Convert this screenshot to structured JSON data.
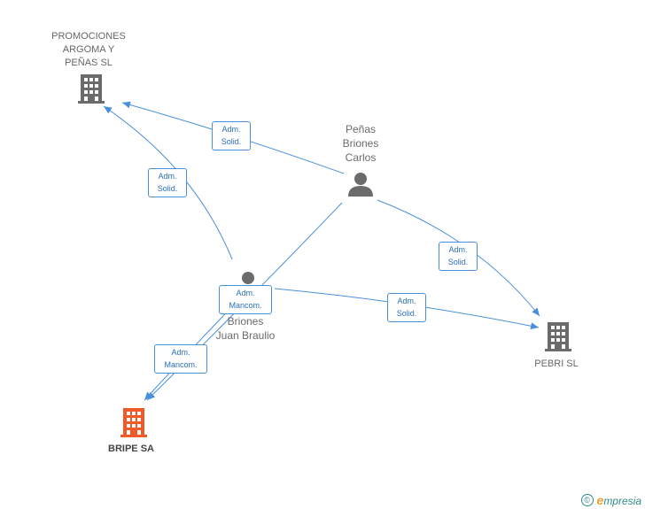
{
  "nodes": {
    "promociones": {
      "label": "PROMOCIONES\nARGOMA Y\nPEÑAS SL"
    },
    "penas_carlos": {
      "label": "Peñas\nBriones\nCarlos"
    },
    "juan_braulio": {
      "label": "Briones\nJuan Braulio"
    },
    "pebri": {
      "label": "PEBRI SL"
    },
    "bripe": {
      "label": "BRIPE SA"
    }
  },
  "edges": {
    "carlos_promociones": "Adm.\nSolid.",
    "juan_promociones": "Adm.\nSolid.",
    "carlos_pebri": "Adm.\nSolid.",
    "juan_pebri": "Adm.\nSolid.",
    "carlos_bripe": "Adm.\nMancom.",
    "juan_bripe": "Adm.\nMancom."
  },
  "colors": {
    "edge": "#4a90d9",
    "company": "#6b6b6b",
    "main_company": "#f05a28",
    "person": "#6b6b6b"
  },
  "brand": {
    "copyright": "©",
    "e": "e",
    "rest": "mpresia"
  }
}
